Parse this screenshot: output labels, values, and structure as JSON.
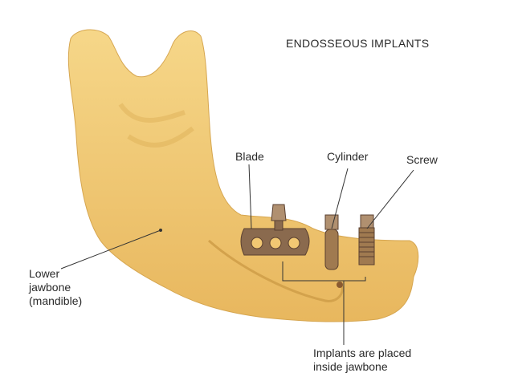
{
  "title": "ENDOSSEOUS IMPLANTS",
  "labels": {
    "blade": "Blade",
    "cylinder": "Cylinder",
    "screw": "Screw",
    "jawbone_line1": "Lower",
    "jawbone_line2": "jawbone",
    "jawbone_line3": "(mandible)",
    "placement_line1": "Implants are placed",
    "placement_line2": "inside jawbone"
  },
  "colors": {
    "bone": "#f2c873",
    "bone_shadow": "#d9a94f",
    "implant": "#8a6a4e",
    "leader": "#333333"
  }
}
